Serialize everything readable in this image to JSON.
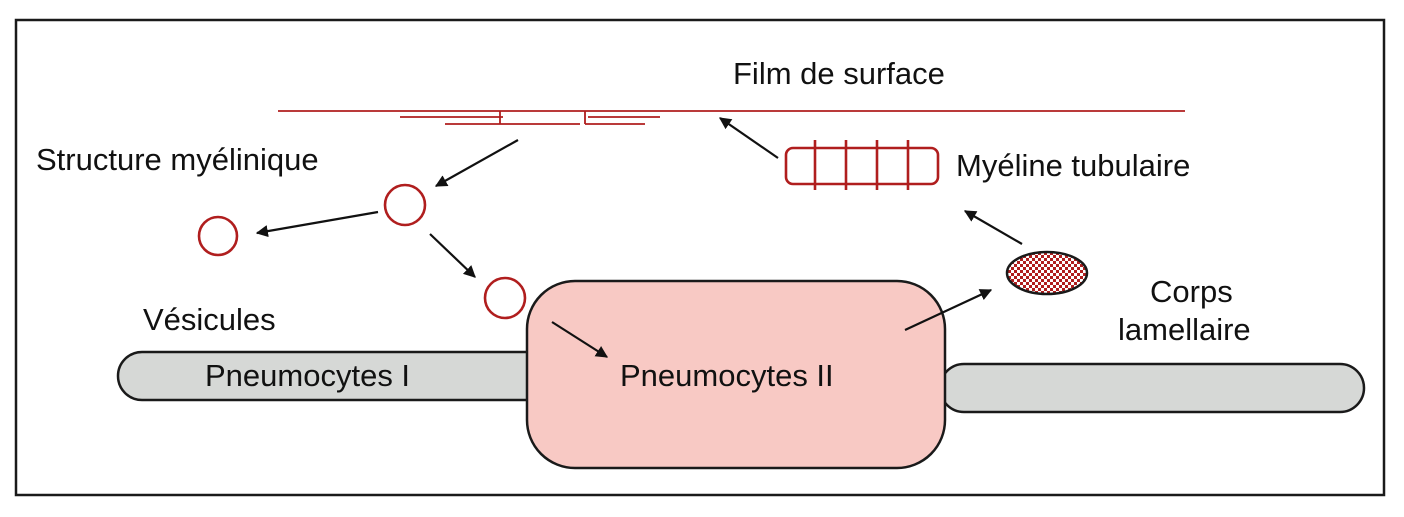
{
  "labels": {
    "surface_film": "Film de surface",
    "myelin_structure": "Structure myélinique",
    "tubular_myelin": "Myéline tubulaire",
    "vesicles": "Vésicules",
    "lamellar_body_line1": "Corps",
    "lamellar_body_line2": "lamellaire",
    "pneumocytes_1": "Pneumocytes I",
    "pneumocytes_2": "Pneumocytes II"
  },
  "colors": {
    "membrane_red": "#b01e1e",
    "pneumocyte_2_fill": "#f8c9c4",
    "pneumocyte_1_fill": "#d6d8d6",
    "outline": "#1a1a1a",
    "arrow": "#111111"
  }
}
